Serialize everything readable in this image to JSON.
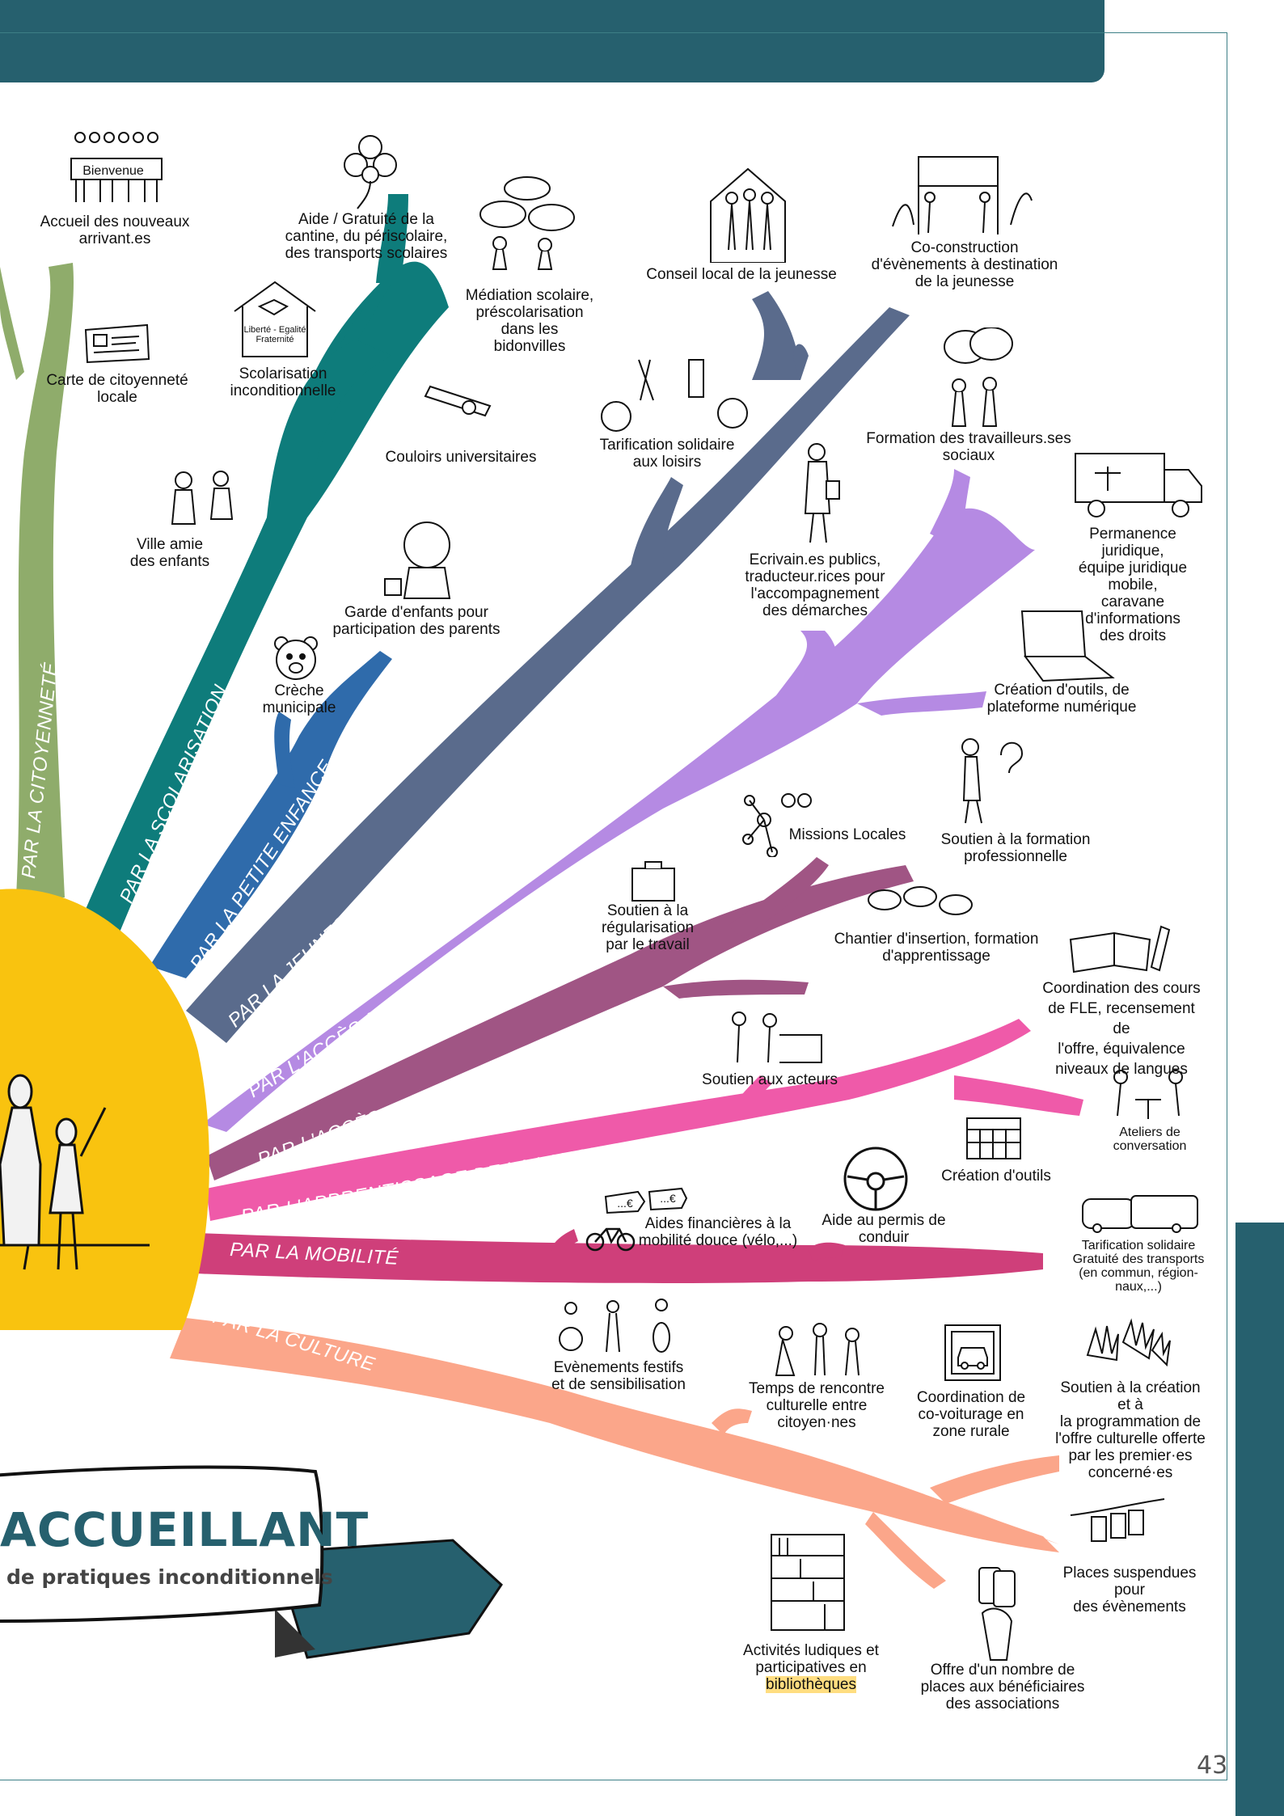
{
  "page": {
    "number": "43",
    "colors": {
      "header": "#26606e",
      "sun": "#f9c30f",
      "citoyennete": "#8fac6b",
      "scolarisation": "#0e7c7b",
      "petite_enfance": "#2f6bab",
      "jeunesse": "#5a6b8c",
      "droits": "#b58ae3",
      "travail": "#a05584",
      "langue": "#ef5aa9",
      "mobilite": "#cf3f7a",
      "culture": "#fba68a"
    }
  },
  "banner": {
    "title": "ACCUEILLANT",
    "subtitle": "de pratiques inconditionnels"
  },
  "branches": {
    "citoyennete": "PAR LA CITOYENNETÉ",
    "scolarisation": "PAR LA SCOLARISATION",
    "petite_enfance": "PAR LA PETITE ENFANCE",
    "jeunesse": "PAR LA JEUNESSE",
    "droits": "PAR L'ACCÈS AUX DROITS",
    "travail": "PAR L'ACCÈS AU TRAVAIL",
    "langue": "PAR L'APPRENTISSAGE DE LA LANGUE",
    "mobilite": "PAR LA MOBILITÉ",
    "culture": "PAR LA CULTURE"
  },
  "labels": {
    "accueil": "Accueil des nouveaux\narrivant.es",
    "bienvenue": "Bienvenue",
    "carte": "Carte de citoyenneté\nlocale",
    "ville_amie": "Ville amie\ndes enfants",
    "aide_cantine": "Aide / Gratuité de la\ncantine, du périscolaire,\ndes transports scolaires",
    "scolarisation_incond": "Scolarisation\ninconditionnelle",
    "liberte": "Liberté - Egalité\nFraternité",
    "mediation": "Médiation scolaire,\npréscolarisation\ndans les\nbidonvilles",
    "couloirs": "Couloirs universitaires",
    "garde": "Garde d'enfants pour\nparticipation des parents",
    "creche": "Crèche\nmunicipale",
    "conseil": "Conseil local de la jeunesse",
    "coconstruction": "Co-construction\nd'évènements à destination\nde la jeunesse",
    "tarification_loisirs": "Tarification solidaire\naux loisirs",
    "formation_travailleurs": "Formation des travailleurs.ses\nsociaux",
    "permanence": "Permanence juridique,\néquipe juridique mobile,\ncaravane d'informations\ndes droits",
    "ecrivains": "Ecrivain.es publics,\ntraducteur.rices pour\nl'accompagnement\ndes démarches",
    "creation_outils_num": "Création d'outils,  de\nplateforme numérique",
    "missions": "Missions Locales",
    "soutien_formation": "Soutien à la formation\nprofessionnelle",
    "regularisation": "Soutien à la\nrégularisation\npar le travail",
    "chantier": "Chantier d'insertion, formation\nd'apprentissage",
    "coordination_fle": "Coordination des cours\nde FLE, recensement de\nl'offre, équivalence\nniveaux de langues",
    "soutien_acteurs": "Soutien aux acteurs",
    "ateliers": "Ateliers de\nconversation",
    "creation_outils": "Création d'outils",
    "aides_fin": "Aides financières à la\nmobilité douce (vélo,...)",
    "permis": "Aide au permis de\nconduir",
    "tarif_transports": "Tarification solidaire\nGratuité des transports\n(en commun, région-\nnaux,...)",
    "evenements": "Evènements festifs\net de sensibilisation",
    "temps": "Temps de rencontre\nculturelle entre\ncitoyen·nes",
    "covoiturage": "Coordination  de\nco-voiturage en\nzone rurale",
    "soutien_creation": "Soutien à la création et à\nla programmation de\nl'offre culturelle offerte\npar les premier·es\nconcerné·es",
    "places": "Places suspendues pour\ndes évènements",
    "activites": "Activités ludiques et\nparticipatives en",
    "bibliotheques": "bibliothèques",
    "offre": "Offre d'un nombre de\nplaces aux bénéficiaires\ndes associations",
    "euro1": "...€",
    "euro2": "...€"
  }
}
